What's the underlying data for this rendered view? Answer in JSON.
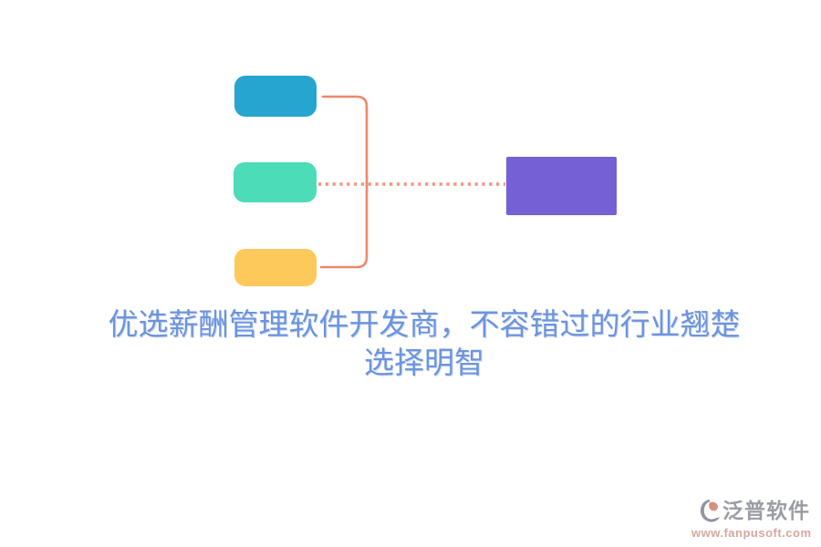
{
  "page": {
    "background": "#ffffff"
  },
  "diagram": {
    "type": "grouping-diagram",
    "nodes": [
      {
        "id": "top",
        "label": "",
        "color": "#25a5cf",
        "shape": "rounded-rect"
      },
      {
        "id": "middle",
        "label": "",
        "color": "#4cdcb8",
        "shape": "rounded-rect"
      },
      {
        "id": "bottom",
        "label": "",
        "color": "#fcc95a",
        "shape": "rounded-rect"
      },
      {
        "id": "result",
        "label": "",
        "color": "#7560d6",
        "shape": "rect"
      }
    ],
    "connectors": [
      {
        "id": "bracket",
        "style": "solid-curly-bracket",
        "color": "#f0876c",
        "joins": [
          "top",
          "bottom"
        ]
      },
      {
        "id": "dotted-link",
        "style": "dotted",
        "color": "#f2957e",
        "from": "middle",
        "to": "result"
      }
    ]
  },
  "headline": {
    "line1": "优选薪酬管理软件开发商，不容错过的行业翘楚",
    "line2": "选择明智",
    "color": "#6b94df"
  },
  "watermark": {
    "brand": "泛普软件",
    "url": "www.fanpusoft.com",
    "brand_color": "#9b9ca4",
    "url_color": "#d5a89e"
  }
}
